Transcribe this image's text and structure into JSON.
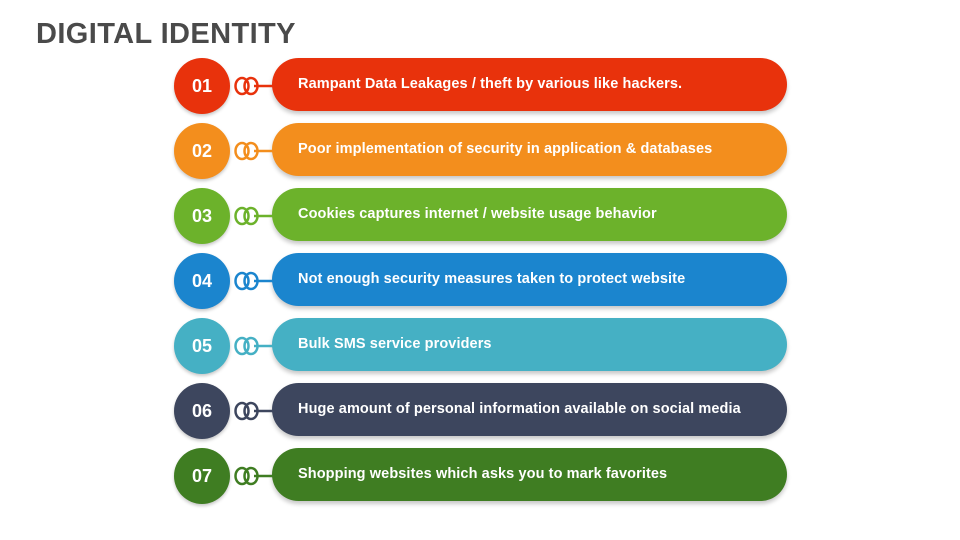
{
  "slide": {
    "title": "DIGITAL IDENTITY",
    "title_color": "#4a4a4a",
    "background": "#ffffff"
  },
  "rows": [
    {
      "number": "01",
      "text": "Rampant Data Leakages / theft by various like hackers.",
      "bar_color": "#e8320c",
      "circle_color": "#e8320c",
      "connector_color": "#e8320c"
    },
    {
      "number": "02",
      "text": "Poor implementation of security in application & databases",
      "bar_color": "#f38e1d",
      "circle_color": "#f38e1d",
      "connector_color": "#f38e1d"
    },
    {
      "number": "03",
      "text": "Cookies captures internet / website usage behavior",
      "bar_color": "#6cb22b",
      "circle_color": "#6cb22b",
      "connector_color": "#6cb22b"
    },
    {
      "number": "04",
      "text": "Not enough security measures taken to protect website",
      "bar_color": "#1b85ce",
      "circle_color": "#1b85ce",
      "connector_color": "#1b85ce"
    },
    {
      "number": "05",
      "text": "Bulk SMS service providers",
      "bar_color": "#45b0c4",
      "circle_color": "#45b0c4",
      "connector_color": "#45b0c4"
    },
    {
      "number": "06",
      "text": "Huge amount of personal information available on social media",
      "bar_color": "#3d465e",
      "circle_color": "#3d465e",
      "connector_color": "#3d465e"
    },
    {
      "number": "07",
      "text": "Shopping websites which asks you to mark favorites",
      "bar_color": "#3f7d22",
      "circle_color": "#3f7d22",
      "connector_color": "#3f7d22"
    }
  ]
}
